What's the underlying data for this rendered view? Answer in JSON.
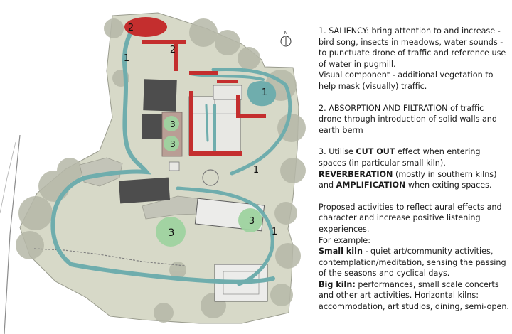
{
  "site_labels": {
    "saliency": "2",
    "absorption": "1",
    "amplification": "3"
  },
  "north_arrow": "N",
  "legend": {
    "item1_heading": "1. SALIENCY",
    "item1_text": ": bring attention to and increase  - bird song, insects in meadows, water sounds - to punctuate drone of traffic and reference use of water in pugmill.",
    "item1_visual": "Visual component - additional vegetation to help mask (visually) traffic.",
    "item2_heading": "2. ABSORPTION AND FILTRATION",
    "item2_text": " of traffic drone through introduction of solid walls and earth berm",
    "item3_prefix": "3. Utilise ",
    "item3_cutout": "CUT OUT",
    "item3_mid1": " effect when entering spaces (in particular small kiln), ",
    "item3_reverb": "REVERBERATION",
    "item3_mid2": " (mostly in southern kilns) and ",
    "item3_amp": "AMPLIFICATION",
    "item3_end": " when exiting spaces.",
    "activities_intro": "Proposed activities to reflect aural effects and character and increase positive listening experiences.",
    "for_example": "For example:",
    "small_kiln_label": "Small kiln",
    "small_kiln_text": " - quiet art/community activities, contemplation/meditation, sensing the passing of the seasons and cyclical days.",
    "big_kiln_label": "Big kiln:",
    "big_kiln_text": " performances, small scale concerts and other art activities.  Horizontal kilns: accommodation, art studios, dining, semi-open."
  },
  "colors": {
    "site": "#d7d9c8",
    "site_edge": "#9a9c8e",
    "trees": "#b6b8a8",
    "water": "#6fadad",
    "saliency_red": "#c42e2e",
    "circle_green": "#9fd3a0",
    "building_dark": "#4d4d4d"
  }
}
